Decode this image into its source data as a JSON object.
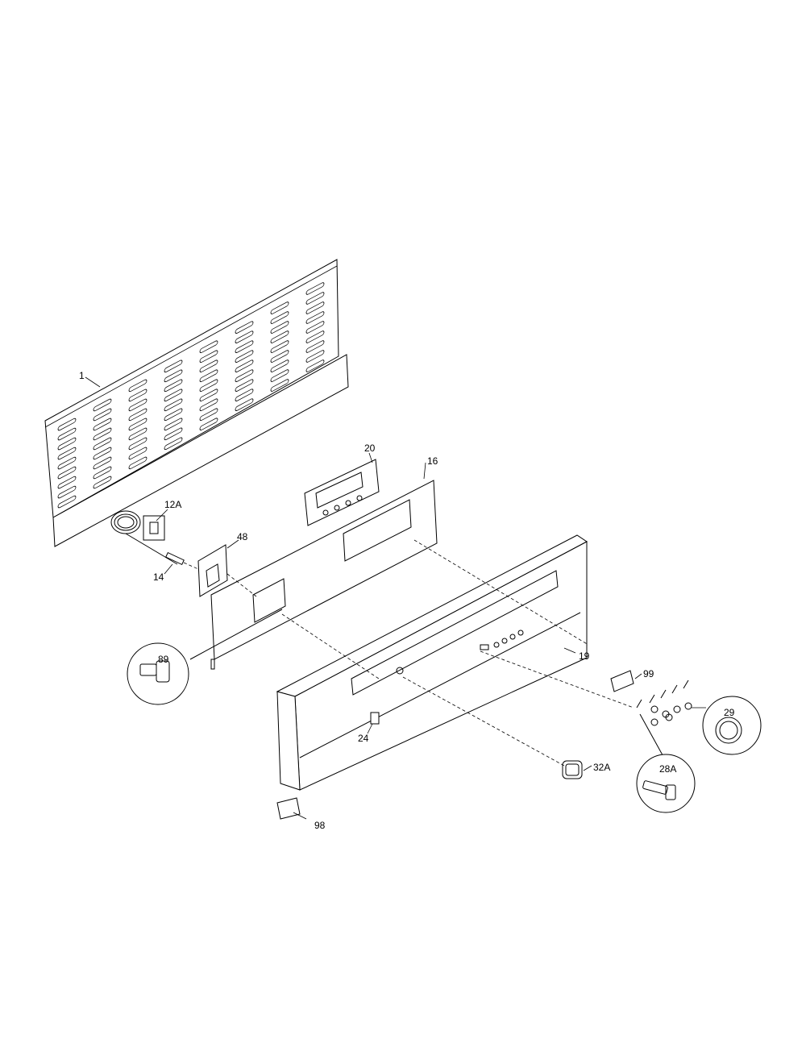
{
  "callouts": {
    "c1": "1",
    "c12A": "12A",
    "c14": "14",
    "c48": "48",
    "c20": "20",
    "c16": "16",
    "c19": "19",
    "c99": "99",
    "c98": "98",
    "c89": "89",
    "c24": "24",
    "c32A": "32A",
    "c28A": "28A",
    "c29": "29"
  }
}
